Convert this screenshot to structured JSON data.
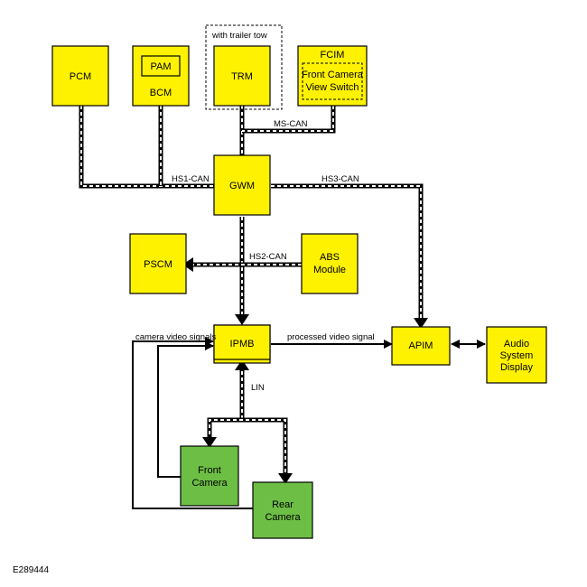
{
  "modules": {
    "pcm": "PCM",
    "pam": "PAM",
    "bcm": "BCM",
    "trm": "TRM",
    "fcim": "FCIM",
    "front_camera_view_switch": [
      "Front Camera",
      "View Switch"
    ],
    "gwm": "GWM",
    "pscm": "PSCM",
    "abs_module": [
      "ABS",
      "Module"
    ],
    "ipmb": "IPMB",
    "apim": "APIM",
    "audio_system_display": [
      "Audio",
      "System",
      "Display"
    ],
    "front_camera": [
      "Front",
      "Camera"
    ],
    "rear_camera": [
      "Rear",
      "Camera"
    ]
  },
  "labels": {
    "trailer_tow": "with trailer tow",
    "ms_can": "MS-CAN",
    "hs1_can": "HS1-CAN",
    "hs2_can": "HS2-CAN",
    "hs3_can": "HS3-CAN",
    "camera_video_signals": "camera video signals",
    "processed_video_signal": "processed video signal",
    "lin": "LIN"
  },
  "figure_id": "E289444",
  "colors": {
    "module_fill": "#FFF200",
    "camera_fill": "#6DBE45"
  }
}
